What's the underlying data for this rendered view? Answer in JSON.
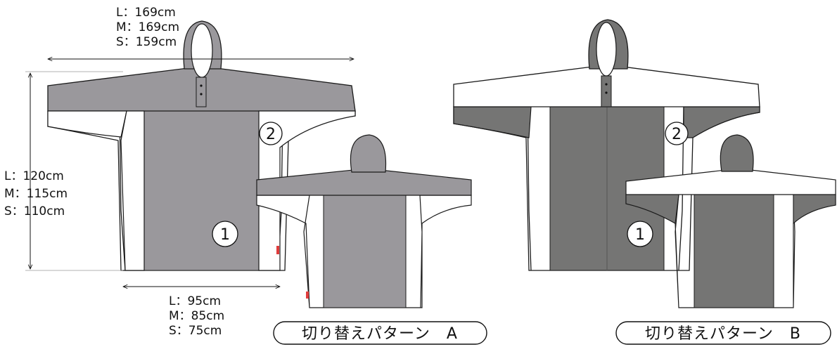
{
  "dimensions": {
    "sleeve_width": [
      "L：169cm",
      "M：169cm",
      "S：159cm"
    ],
    "length": [
      "L：120cm",
      "M：115cm",
      "S：110cm"
    ],
    "hem_width": [
      "L：95cm",
      "M：85cm",
      "S：75cm"
    ]
  },
  "markers": {
    "one": "1",
    "two": "2"
  },
  "patterns": {
    "a_label": "切り替えパターン　A",
    "b_label": "切り替えパターン　B"
  },
  "colors": {
    "pattern_a_fill": "#9a989c",
    "pattern_b_fill": "#757574",
    "outline": "#1a1a1a",
    "white_panel": "#ffffff"
  }
}
